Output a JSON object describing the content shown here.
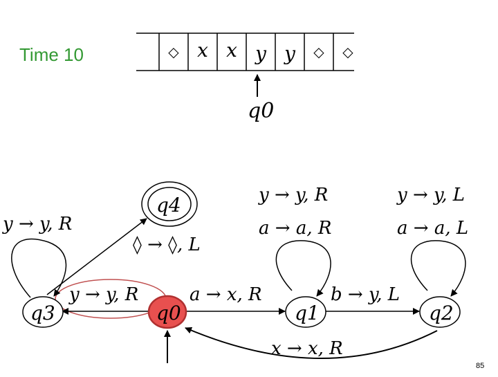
{
  "time_label": "Time 10",
  "tape": {
    "cells": [
      "◇",
      "x",
      "x",
      "y",
      "y",
      "◇",
      "◇"
    ],
    "head_state": "q0"
  },
  "states": {
    "q0": "q0",
    "q1": "q1",
    "q2": "q2",
    "q3": "q3",
    "q4": "q4"
  },
  "active_state": "q0",
  "transitions": {
    "q0_q1": "a → x, R",
    "q1_q2": "b → y, L",
    "q2_q0": "x → x, R",
    "q0_q3": "y → y, R",
    "q3_q4": "◊ → ◊, L",
    "q3_loop": "y → y, R",
    "q1_loop": [
      "y → y, R",
      "a → a, R"
    ],
    "q2_loop": [
      "y → y, L",
      "a → a, L"
    ]
  },
  "colors": {
    "time_label": "#339933",
    "active_fill": "#e8504f",
    "active_ring": "#b03030",
    "highlight_ellipse": "#c05050"
  },
  "slide_number": "85"
}
